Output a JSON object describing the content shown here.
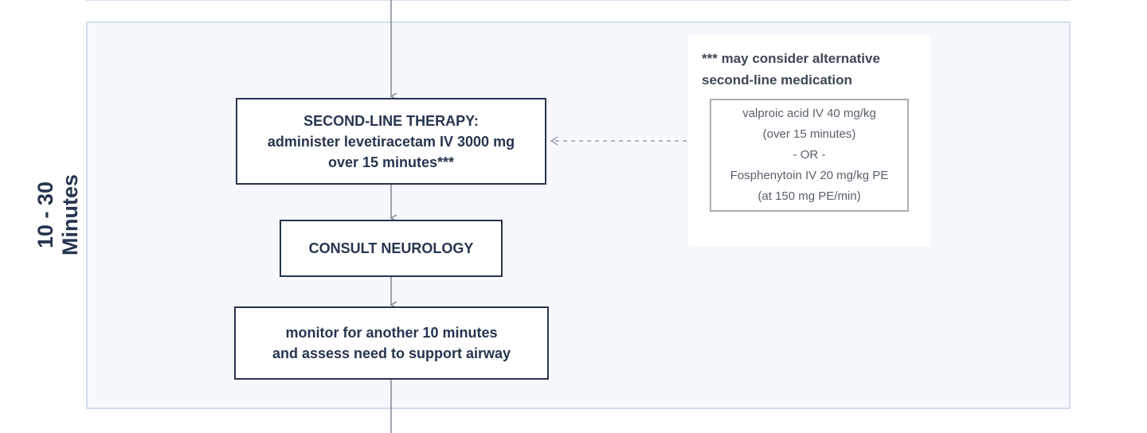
{
  "lane": {
    "label_lines": [
      "10 - 30",
      "Minutes"
    ]
  },
  "steps": {
    "second_line_therapy": {
      "lines": [
        "SECOND-LINE THERAPY:",
        "administer levetiracetam IV 3000 mg",
        "over 15 minutes***"
      ]
    },
    "consult_neurology": {
      "lines": [
        "CONSULT NEUROLOGY"
      ]
    },
    "monitor": {
      "lines": [
        "monitor for another 10 minutes",
        "and assess need to support airway"
      ]
    }
  },
  "alternative_note": {
    "title_lines": [
      "*** may consider alternative",
      "second-line medication"
    ],
    "option_lines": [
      "valproic acid IV 40 mg/kg",
      "(over 15 minutes)",
      "- OR -",
      "Fosphenytoin IV 20 mg/kg PE",
      "(at 150 mg PE/min)"
    ]
  },
  "colors": {
    "lane_fill": "#f5f9fe",
    "lane_border": "#d3deee",
    "box_border": "#26354f",
    "text_dark": "#26354f",
    "arrow": "#7f8896",
    "note_border": "#a9adb4"
  }
}
